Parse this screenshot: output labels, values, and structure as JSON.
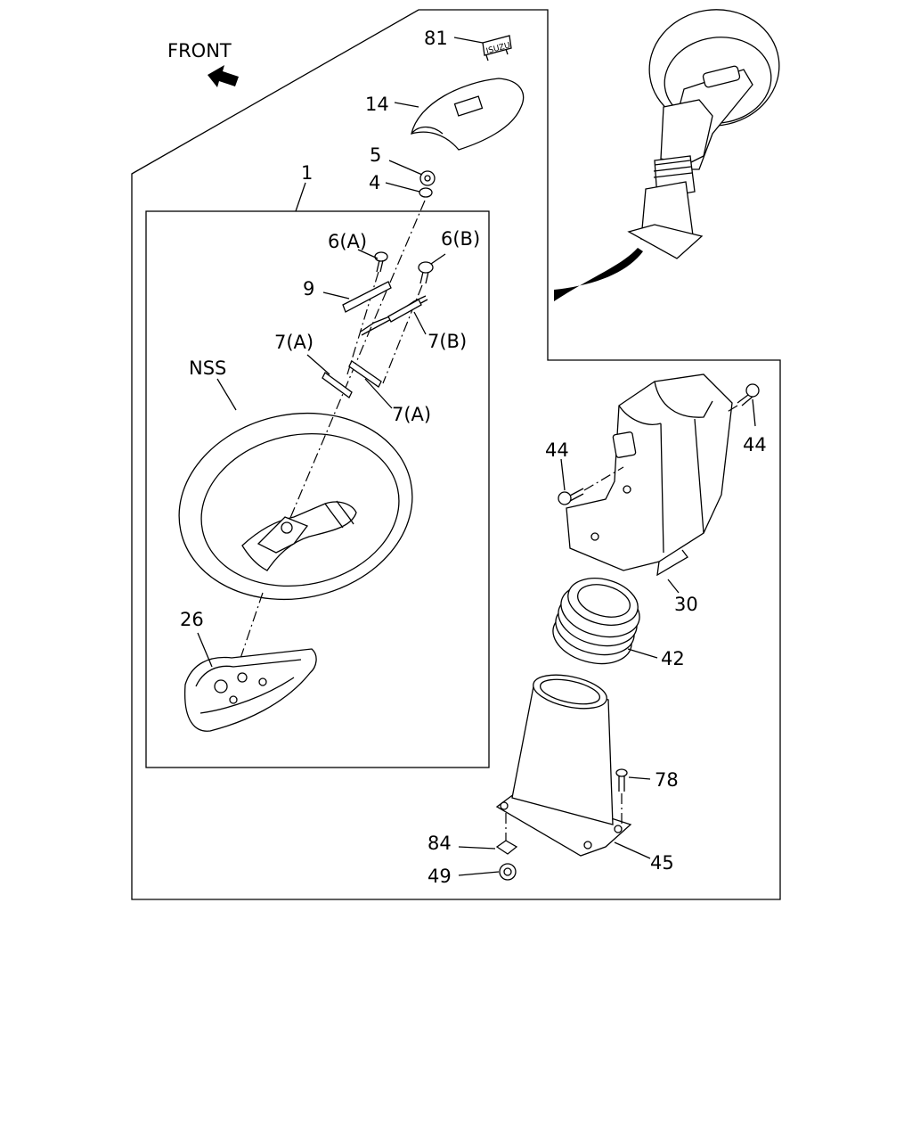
{
  "diagram": {
    "front_label": "FRONT",
    "callouts": {
      "c81": "81",
      "c14": "14",
      "c5": "5",
      "c4": "4",
      "c1": "1",
      "c6a": "6(A)",
      "c6b": "6(B)",
      "c9": "9",
      "c7a_top": "7(A)",
      "c7b": "7(B)",
      "c7a_bottom": "7(A)",
      "cnss": "NSS",
      "c26": "26",
      "c44_left": "44",
      "c44_right": "44",
      "c30": "30",
      "c42": "42",
      "c78": "78",
      "c84": "84",
      "c45": "45",
      "c49": "49"
    },
    "emblem_text": "ISUZU"
  }
}
